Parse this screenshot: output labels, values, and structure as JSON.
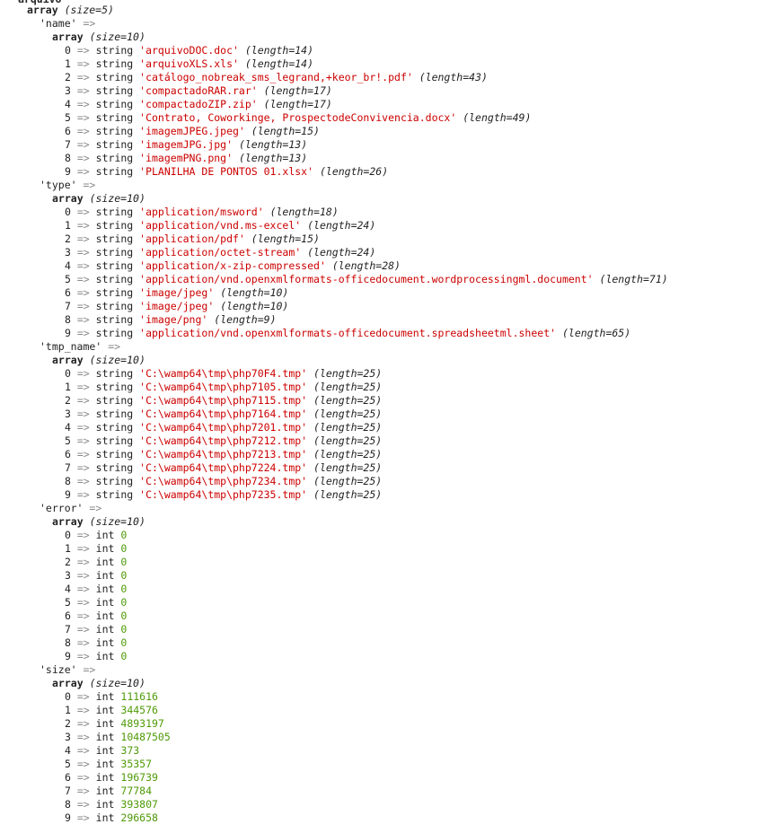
{
  "dump": {
    "top_var": "arquivo",
    "root_array": {
      "label": "array",
      "size": "(size=5)"
    },
    "sections": [
      {
        "key": "'name'",
        "array_label": "array",
        "size": "(size=10)",
        "items": [
          {
            "index": "0",
            "type": "string",
            "value": "'arquivoDOC.doc'",
            "length": "(length=14)"
          },
          {
            "index": "1",
            "type": "string",
            "value": "'arquivoXLS.xls'",
            "length": "(length=14)"
          },
          {
            "index": "2",
            "type": "string",
            "value": "'catálogo_nobreak_sms_legrand,+keor_br!.pdf'",
            "length": "(length=43)"
          },
          {
            "index": "3",
            "type": "string",
            "value": "'compactadoRAR.rar'",
            "length": "(length=17)"
          },
          {
            "index": "4",
            "type": "string",
            "value": "'compactadoZIP.zip'",
            "length": "(length=17)"
          },
          {
            "index": "5",
            "type": "string",
            "value": "'Contrato, Coworkinge, ProspectodeConvivencia.docx'",
            "length": "(length=49)"
          },
          {
            "index": "6",
            "type": "string",
            "value": "'imagemJPEG.jpeg'",
            "length": "(length=15)"
          },
          {
            "index": "7",
            "type": "string",
            "value": "'imagemJPG.jpg'",
            "length": "(length=13)"
          },
          {
            "index": "8",
            "type": "string",
            "value": "'imagemPNG.png'",
            "length": "(length=13)"
          },
          {
            "index": "9",
            "type": "string",
            "value": "'PLANILHA DE PONTOS 01.xlsx'",
            "length": "(length=26)"
          }
        ]
      },
      {
        "key": "'type'",
        "array_label": "array",
        "size": "(size=10)",
        "items": [
          {
            "index": "0",
            "type": "string",
            "value": "'application/msword'",
            "length": "(length=18)"
          },
          {
            "index": "1",
            "type": "string",
            "value": "'application/vnd.ms-excel'",
            "length": "(length=24)"
          },
          {
            "index": "2",
            "type": "string",
            "value": "'application/pdf'",
            "length": "(length=15)"
          },
          {
            "index": "3",
            "type": "string",
            "value": "'application/octet-stream'",
            "length": "(length=24)"
          },
          {
            "index": "4",
            "type": "string",
            "value": "'application/x-zip-compressed'",
            "length": "(length=28)"
          },
          {
            "index": "5",
            "type": "string",
            "value": "'application/vnd.openxmlformats-officedocument.wordprocessingml.document'",
            "length": "(length=71)"
          },
          {
            "index": "6",
            "type": "string",
            "value": "'image/jpeg'",
            "length": "(length=10)"
          },
          {
            "index": "7",
            "type": "string",
            "value": "'image/jpeg'",
            "length": "(length=10)"
          },
          {
            "index": "8",
            "type": "string",
            "value": "'image/png'",
            "length": "(length=9)"
          },
          {
            "index": "9",
            "type": "string",
            "value": "'application/vnd.openxmlformats-officedocument.spreadsheetml.sheet'",
            "length": "(length=65)"
          }
        ]
      },
      {
        "key": "'tmp_name'",
        "array_label": "array",
        "size": "(size=10)",
        "items": [
          {
            "index": "0",
            "type": "string",
            "value": "'C:\\wamp64\\tmp\\php70F4.tmp'",
            "length": "(length=25)"
          },
          {
            "index": "1",
            "type": "string",
            "value": "'C:\\wamp64\\tmp\\php7105.tmp'",
            "length": "(length=25)"
          },
          {
            "index": "2",
            "type": "string",
            "value": "'C:\\wamp64\\tmp\\php7115.tmp'",
            "length": "(length=25)"
          },
          {
            "index": "3",
            "type": "string",
            "value": "'C:\\wamp64\\tmp\\php7164.tmp'",
            "length": "(length=25)"
          },
          {
            "index": "4",
            "type": "string",
            "value": "'C:\\wamp64\\tmp\\php7201.tmp'",
            "length": "(length=25)"
          },
          {
            "index": "5",
            "type": "string",
            "value": "'C:\\wamp64\\tmp\\php7212.tmp'",
            "length": "(length=25)"
          },
          {
            "index": "6",
            "type": "string",
            "value": "'C:\\wamp64\\tmp\\php7213.tmp'",
            "length": "(length=25)"
          },
          {
            "index": "7",
            "type": "string",
            "value": "'C:\\wamp64\\tmp\\php7224.tmp'",
            "length": "(length=25)"
          },
          {
            "index": "8",
            "type": "string",
            "value": "'C:\\wamp64\\tmp\\php7234.tmp'",
            "length": "(length=25)"
          },
          {
            "index": "9",
            "type": "string",
            "value": "'C:\\wamp64\\tmp\\php7235.tmp'",
            "length": "(length=25)"
          }
        ]
      },
      {
        "key": "'error'",
        "array_label": "array",
        "size": "(size=10)",
        "items": [
          {
            "index": "0",
            "type": "int",
            "value": "0"
          },
          {
            "index": "1",
            "type": "int",
            "value": "0"
          },
          {
            "index": "2",
            "type": "int",
            "value": "0"
          },
          {
            "index": "3",
            "type": "int",
            "value": "0"
          },
          {
            "index": "4",
            "type": "int",
            "value": "0"
          },
          {
            "index": "5",
            "type": "int",
            "value": "0"
          },
          {
            "index": "6",
            "type": "int",
            "value": "0"
          },
          {
            "index": "7",
            "type": "int",
            "value": "0"
          },
          {
            "index": "8",
            "type": "int",
            "value": "0"
          },
          {
            "index": "9",
            "type": "int",
            "value": "0"
          }
        ]
      },
      {
        "key": "'size'",
        "array_label": "array",
        "size": "(size=10)",
        "items": [
          {
            "index": "0",
            "type": "int",
            "value": "111616"
          },
          {
            "index": "1",
            "type": "int",
            "value": "344576"
          },
          {
            "index": "2",
            "type": "int",
            "value": "4893197"
          },
          {
            "index": "3",
            "type": "int",
            "value": "10487505"
          },
          {
            "index": "4",
            "type": "int",
            "value": "373"
          },
          {
            "index": "5",
            "type": "int",
            "value": "35357"
          },
          {
            "index": "6",
            "type": "int",
            "value": "196739"
          },
          {
            "index": "7",
            "type": "int",
            "value": "77784"
          },
          {
            "index": "8",
            "type": "int",
            "value": "393807"
          },
          {
            "index": "9",
            "type": "int",
            "value": "296658"
          }
        ]
      }
    ],
    "arrow": "=>",
    "colors": {
      "string_value": "#cc0000",
      "int_value": "#4e9a06",
      "arrow": "#8a8a8a",
      "text": "#222222"
    }
  }
}
